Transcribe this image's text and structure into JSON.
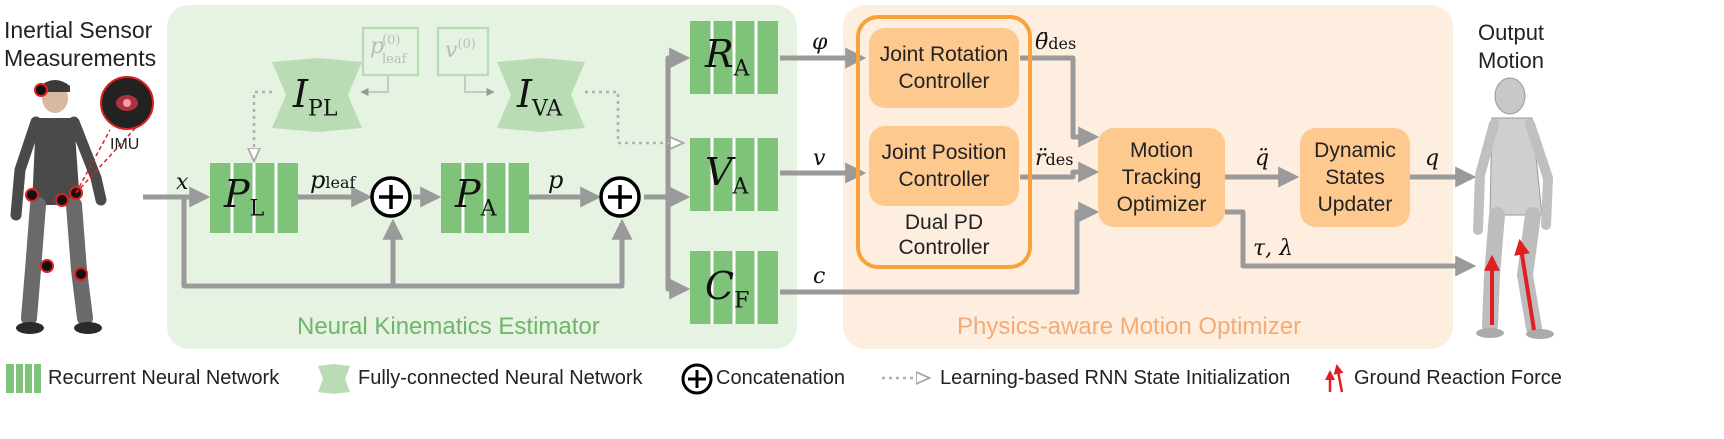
{
  "input": {
    "title_line1": "Inertial Sensor",
    "title_line2": "Measurements",
    "imu_label": "IMU"
  },
  "output": {
    "title_line1": "Output",
    "title_line2": "Motion"
  },
  "nke": {
    "panel_label": "Neural Kinematics Estimator",
    "panel_color": "#e6f3e3"
  },
  "pmo": {
    "panel_label": "Physics-aware Motion Optimizer",
    "panel_color": "#fdeee0"
  },
  "nets": {
    "PL": {
      "main": "P",
      "sub": "L"
    },
    "PA": {
      "main": "P",
      "sub": "A"
    },
    "RA": {
      "main": "R",
      "sub": "A"
    },
    "VA": {
      "main": "V",
      "sub": "A"
    },
    "CF": {
      "main": "C",
      "sub": "F"
    },
    "IPL": {
      "main": "I",
      "sub": "PL"
    },
    "IVA": {
      "main": "I",
      "sub": "VA"
    }
  },
  "init_vars": {
    "p_leaf0_main": "p",
    "p_leaf0_sup": "(0)",
    "p_leaf0_sub": "leaf",
    "v0_main": "v",
    "v0_sup": "(0)"
  },
  "signals": {
    "x": "x",
    "p_leaf_main": "p",
    "p_leaf_sub": "leaf",
    "p": "p",
    "phi": "φ",
    "v": "v",
    "c": "c",
    "theta_des_main": "θ̈",
    "theta_des_sub": "des",
    "r_des_main": "r̈",
    "r_des_sub": "des",
    "q_ddot": "q̈",
    "q": "q",
    "tau_lambda": "τ, λ"
  },
  "controllers": {
    "joint_rotation": "Joint Rotation\nController",
    "joint_position": "Joint Position\nController",
    "dual_pd": "Dual PD\nController",
    "motion_tracking": "Motion\nTracking\nOptimizer",
    "dynamic_states": "Dynamic\nStates\nUpdater"
  },
  "legend": {
    "rnn": "Recurrent Neural Network",
    "fc": "Fully-connected Neural Network",
    "concat": "Concatenation",
    "init": "Learning-based RNN State Initialization",
    "grf": "Ground Reaction Force"
  },
  "colors": {
    "rnn_fill": "#7fc27a",
    "rnn_line": "#ffffff",
    "fc_fill": "#b9dcb4",
    "controller": "#fdc98f",
    "dual_pd_border": "#f7a23a",
    "arrow": "#9a9a9a",
    "nke_text": "#6fb56a",
    "pmo_text": "#f5ab75",
    "grf": "#e02020"
  }
}
